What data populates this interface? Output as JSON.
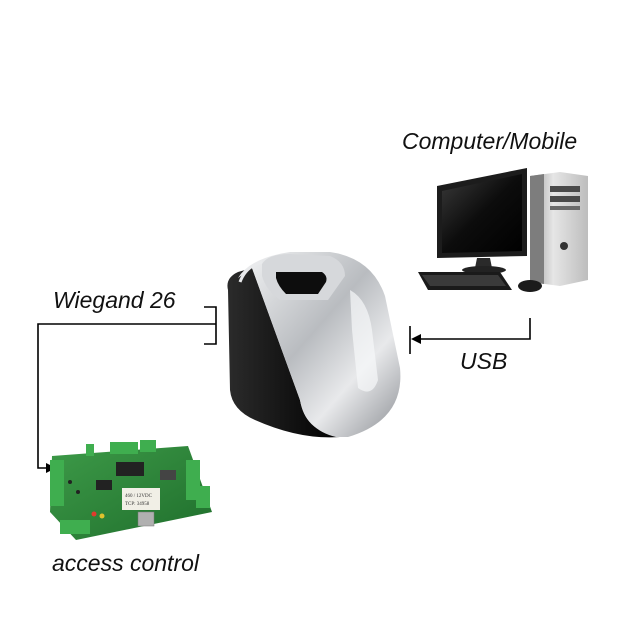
{
  "labels": {
    "computer": "Computer/Mobile",
    "wiegand": "Wiegand 26",
    "usb": "USB",
    "access": "access control"
  },
  "board_text": {
    "line1": "460 / 12VDC",
    "line2": "TCP: 34958"
  },
  "colors": {
    "pcb": "#2e8b3a",
    "terminal": "#3fae4f",
    "scanner_body": "#1a1a1a",
    "scanner_silver": "#c8cbcf",
    "monitor": "#111111",
    "tower": "#d9d9d9",
    "line": "#000000"
  },
  "icons": [
    "fingerprint-scanner-icon",
    "desktop-computer-icon",
    "access-control-board-icon"
  ]
}
